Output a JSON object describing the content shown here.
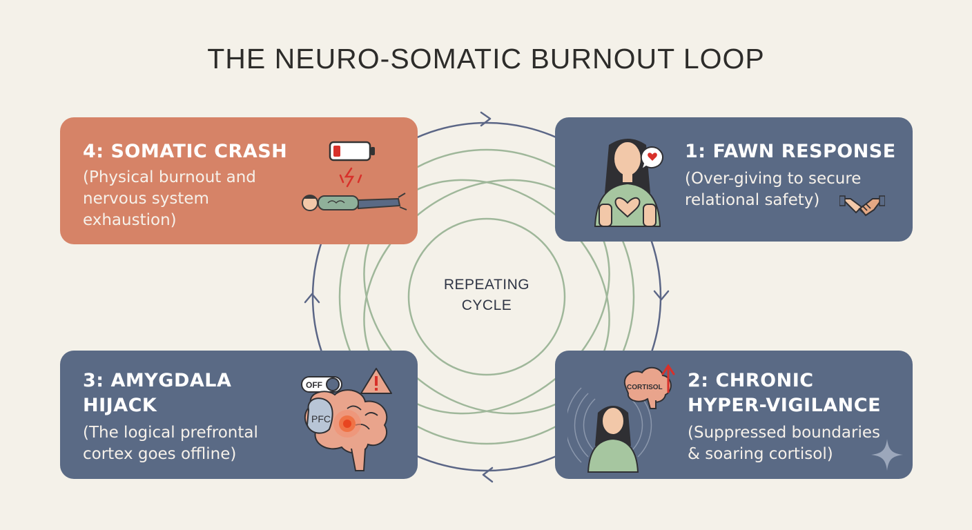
{
  "title": "THE NEURO-SOMATIC BURNOUT LOOP",
  "center": {
    "line1": "REPEATING",
    "line2": "CYCLE"
  },
  "stages": {
    "s1": {
      "heading": "1: FAWN RESPONSE",
      "desc1": "(Over-giving to secure",
      "desc2": "relational safety)"
    },
    "s2": {
      "heading1": "2: CHRONIC",
      "heading2": "HYPER-VIGILANCE",
      "desc1": "(Suppressed boundaries",
      "desc2": "& soaring cortisol)",
      "icon_text": "CORTISOL"
    },
    "s3": {
      "heading1": "3: AMYGDALA",
      "heading2": "HIJACK",
      "desc1": "(The logical prefrontal",
      "desc2": "cortex goes offline)",
      "switch_text": "OFF",
      "brain_text": "PFC"
    },
    "s4": {
      "heading": "4: SOMATIC CRASH",
      "desc1": "(Physical burnout and",
      "desc2": "nervous system",
      "desc3": "exhaustion)"
    }
  },
  "colors": {
    "blue_card": "#5a6a85",
    "orange_card": "#d68367",
    "loop_line": "#5b6686",
    "inner_rings": "#9fb79a",
    "background": "#f4f1e9"
  },
  "icons": [
    "battery-low-icon",
    "lying-person-icon",
    "heart-hands-person-icon",
    "speech-heart-icon",
    "handshake-icon",
    "cortisol-brain-icon",
    "alert-person-icon",
    "off-switch-icon",
    "brain-pfc-icon",
    "warning-icon",
    "sparkle-icon"
  ]
}
